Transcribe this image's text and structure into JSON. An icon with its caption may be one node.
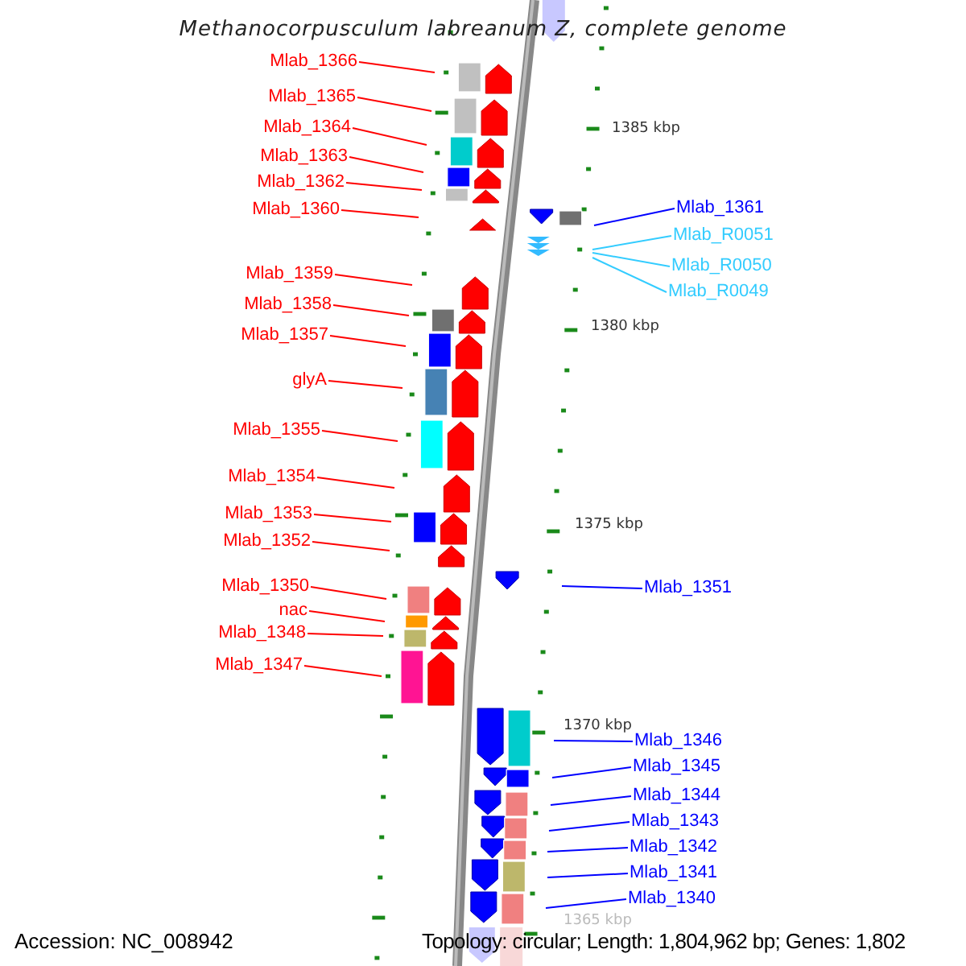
{
  "diagram": {
    "title": "Methanocorpusculum labreanum Z, complete genome",
    "nodes": [
      {
        "text": [
          "Mlab_1366"
        ]
      },
      {
        "text": [
          "Mlab_1365"
        ]
      },
      {
        "text": [
          "Mlab_1364"
        ]
      },
      {
        "text": [
          "Mlab_1363"
        ]
      },
      {
        "text": [
          "Mlab_1362"
        ]
      },
      {
        "text": [
          "Mlab_1361"
        ]
      },
      {
        "text": [
          "Mlab_1360"
        ]
      },
      {
        "text": [
          "Mlab_R0051"
        ]
      },
      {
        "text": [
          "Mlab_R0050"
        ]
      },
      {
        "text": [
          "Mlab_1359"
        ]
      },
      {
        "text": [
          "Mlab_R0049"
        ]
      },
      {
        "text": [
          "Mlab_1358"
        ]
      },
      {
        "text": [
          "Mlab_1357"
        ]
      },
      {
        "text": [
          "glyA"
        ]
      },
      {
        "text": [
          "Mlab_1355"
        ]
      },
      {
        "text": [
          "Mlab_1354"
        ]
      },
      {
        "text": [
          "Mlab_1353"
        ]
      },
      {
        "text": [
          "Mlab_1352"
        ]
      },
      {
        "text": [
          "Mlab_1350"
        ]
      },
      {
        "text": [
          "Mlab_1351"
        ]
      },
      {
        "text": [
          "nac"
        ]
      },
      {
        "text": [
          "Mlab_1348"
        ]
      },
      {
        "text": [
          "Mlab_1347"
        ]
      },
      {
        "text": [
          "Mlab_1346"
        ]
      },
      {
        "text": [
          "Mlab_1345"
        ]
      },
      {
        "text": [
          "Mlab_1344"
        ]
      },
      {
        "text": [
          "Mlab_1343"
        ]
      },
      {
        "text": [
          "Mlab_1342"
        ]
      },
      {
        "text": [
          "Mlab_1341"
        ]
      },
      {
        "text": [
          "Mlab_1340"
        ]
      }
    ],
    "edges": [
      {
        "from": 0,
        "to": null,
        "arrow": "none"
      },
      {
        "from": 1,
        "to": null,
        "arrow": "none"
      },
      {
        "from": 2,
        "to": null,
        "arrow": "none"
      },
      {
        "from": 3,
        "to": null,
        "arrow": "none"
      },
      {
        "from": 4,
        "to": null,
        "arrow": "none"
      },
      {
        "from": 5,
        "to": null,
        "arrow": "none",
        "color": "#0000ff"
      },
      {
        "from": 6,
        "to": null,
        "arrow": "none"
      },
      {
        "from": 7,
        "to": null,
        "arrow": "none",
        "color": "#33ccff"
      },
      {
        "from": 8,
        "to": null,
        "arrow": "none",
        "color": "#33ccff"
      },
      {
        "from": 9,
        "to": null,
        "arrow": "none"
      },
      {
        "from": 10,
        "to": null,
        "arrow": "none",
        "color": "#33ccff"
      },
      {
        "from": 11,
        "to": null,
        "arrow": "none"
      },
      {
        "from": 12,
        "to": null,
        "arrow": "none"
      },
      {
        "from": 13,
        "to": null,
        "arrow": "none"
      },
      {
        "from": 14,
        "to": null,
        "arrow": "none"
      },
      {
        "from": 15,
        "to": null,
        "arrow": "none"
      },
      {
        "from": 16,
        "to": null,
        "arrow": "none"
      },
      {
        "from": 17,
        "to": null,
        "arrow": "none"
      },
      {
        "from": 18,
        "to": null,
        "arrow": "none"
      },
      {
        "from": 19,
        "to": null,
        "arrow": "none",
        "color": "#0000ff"
      },
      {
        "from": 20,
        "to": null,
        "arrow": "none"
      },
      {
        "from": 21,
        "to": null,
        "arrow": "none"
      },
      {
        "from": 22,
        "to": null,
        "arrow": "none"
      },
      {
        "from": 23,
        "to": null,
        "arrow": "none",
        "color": "#0000ff"
      },
      {
        "from": 24,
        "to": null,
        "arrow": "none",
        "color": "#0000ff"
      },
      {
        "from": 25,
        "to": null,
        "arrow": "none",
        "color": "#0000ff"
      },
      {
        "from": 26,
        "to": null,
        "arrow": "none",
        "color": "#0000ff"
      },
      {
        "from": 27,
        "to": null,
        "arrow": "none",
        "color": "#0000ff"
      },
      {
        "from": 28,
        "to": null,
        "arrow": "none",
        "color": "#0000ff"
      },
      {
        "from": 29,
        "to": null,
        "arrow": "none",
        "color": "#0000ff"
      }
    ],
    "labels": [
      "1385 kbp",
      "1380 kbp",
      "1375 kbp",
      "1370 kbp",
      "1365 kbp",
      "Accession: NC_008942",
      "Topology: circular; Length: 1,804,962 bp; Genes: 1,802"
    ]
  }
}
